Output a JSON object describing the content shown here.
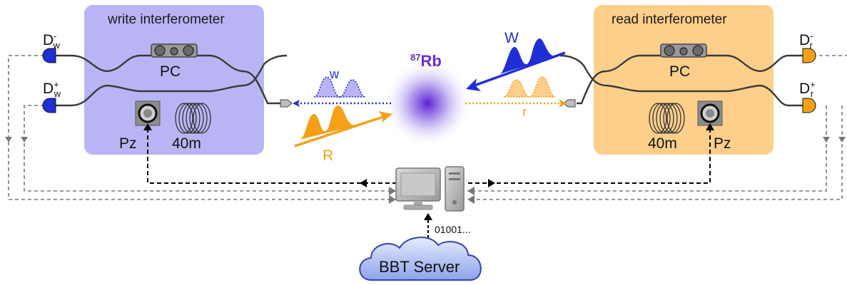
{
  "write_box": {
    "title": "write interferometer",
    "pc_label": "PC",
    "pz_label": "Pz",
    "fiber_label": "40m",
    "color": "#B9B5F5"
  },
  "read_box": {
    "title": "read interferometer",
    "pc_label": "PC",
    "pz_label": "Pz",
    "fiber_label": "40m",
    "color": "#FDCF8A"
  },
  "detectors": {
    "write_minus": {
      "base": "D",
      "sup": "-",
      "sub": "w"
    },
    "write_plus": {
      "base": "D",
      "sup": "+",
      "sub": "w"
    },
    "read_minus": {
      "base": "D",
      "sup": "-",
      "sub": "r"
    },
    "read_plus": {
      "base": "D",
      "sup": "+",
      "sub": "r"
    }
  },
  "atoms": {
    "mass": "87",
    "element": "Rb",
    "color": "#6A2ECF"
  },
  "beams": {
    "W": "W",
    "w": "w",
    "R": "R",
    "r": "r",
    "blue": "#1F2FD6",
    "orange": "#F5A016"
  },
  "bits_label": "01001...",
  "server_label": "BBT Server"
}
